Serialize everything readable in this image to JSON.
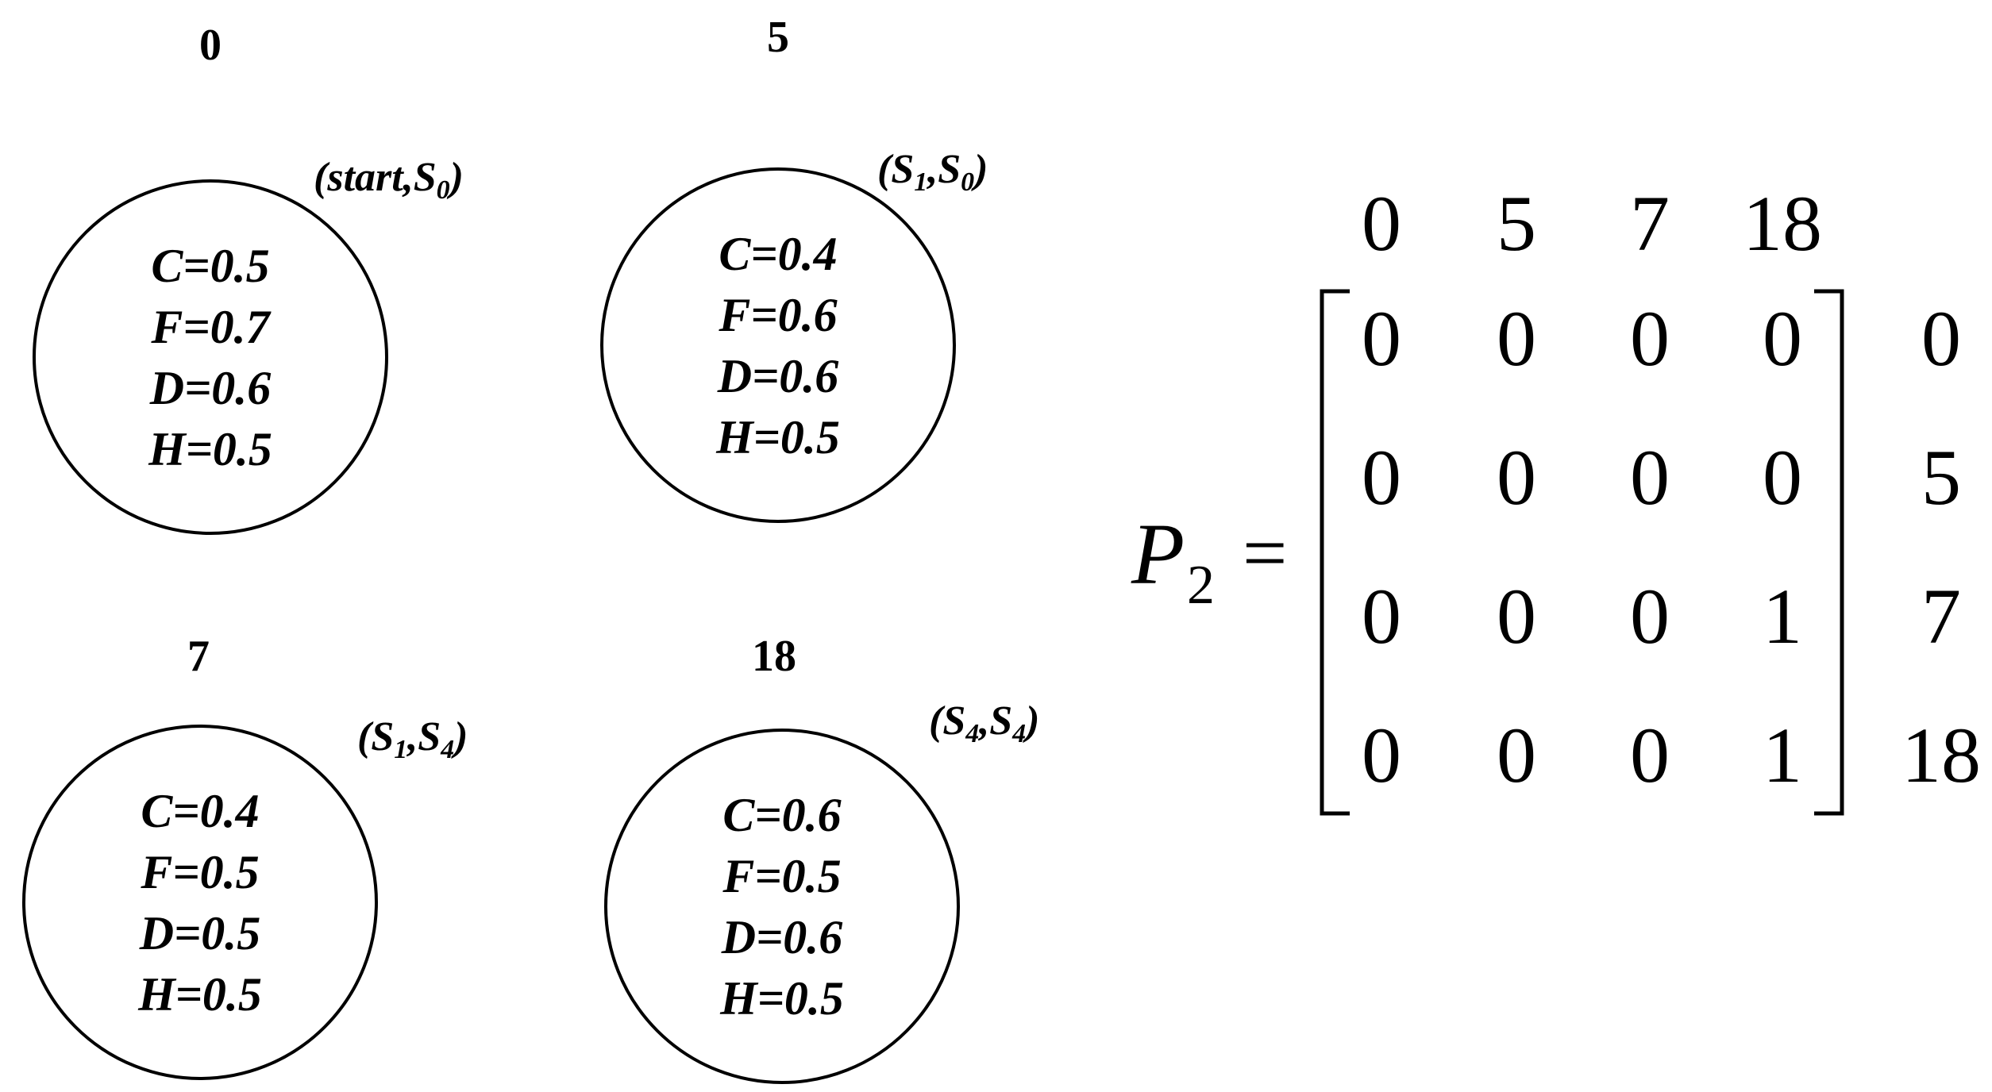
{
  "states": [
    {
      "id": "0",
      "tag_main": "start",
      "tag_first_sub": "",
      "tag_second": "S",
      "tag_second_sub": "0",
      "params": [
        "C=0.5",
        "F=0.7",
        "D=0.6",
        "H=0.5"
      ]
    },
    {
      "id": "5",
      "tag_main": "S",
      "tag_first_sub": "1",
      "tag_second": "S",
      "tag_second_sub": "0",
      "params": [
        "C=0.4",
        "F=0.6",
        "D=0.6",
        "H=0.5"
      ]
    },
    {
      "id": "7",
      "tag_main": "S",
      "tag_first_sub": "1",
      "tag_second": "S",
      "tag_second_sub": "4",
      "params": [
        "C=0.4",
        "F=0.5",
        "D=0.5",
        "H=0.5"
      ]
    },
    {
      "id": "18",
      "tag_main": "S",
      "tag_first_sub": "4",
      "tag_second": "S",
      "tag_second_sub": "4",
      "params": [
        "C=0.6",
        "F=0.5",
        "D=0.6",
        "H=0.5"
      ]
    }
  ],
  "matrix": {
    "symbol": "P",
    "subscript": "2",
    "equals": "=",
    "col_headers": [
      "0",
      "5",
      "7",
      "18"
    ],
    "row_headers": [
      "0",
      "5",
      "7",
      "18"
    ],
    "rows": [
      [
        "0",
        "0",
        "0",
        "0"
      ],
      [
        "0",
        "0",
        "0",
        "0"
      ],
      [
        "0",
        "0",
        "0",
        "1"
      ],
      [
        "0",
        "0",
        "0",
        "1"
      ]
    ]
  }
}
